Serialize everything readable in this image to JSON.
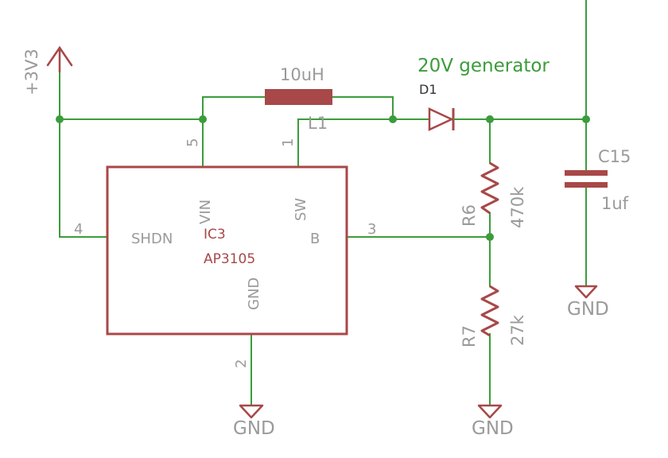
{
  "title": "20V generator",
  "colors": {
    "wire": "#3b9c3b",
    "part": "#a84848",
    "text_gray": "#9a9a9a",
    "junction": "#3b9c3b",
    "title": "#3b9c3b"
  },
  "power": {
    "label": "+3V3"
  },
  "ic": {
    "name": "IC3",
    "value": "AP3105",
    "pins": [
      {
        "number": "5",
        "name": "VIN"
      },
      {
        "number": "1",
        "name": "SW"
      },
      {
        "number": "4",
        "name": "SHDN"
      },
      {
        "number": "3",
        "name": "B"
      },
      {
        "number": "2",
        "name": "GND"
      }
    ]
  },
  "inductor": {
    "name": "L1",
    "value": "10uH"
  },
  "diode": {
    "name": "D1"
  },
  "r6": {
    "name": "R6",
    "value": "470k"
  },
  "r7": {
    "name": "R7",
    "value": "27k"
  },
  "c15": {
    "name": "C15",
    "value": "1uf"
  },
  "ground_label": "GND"
}
